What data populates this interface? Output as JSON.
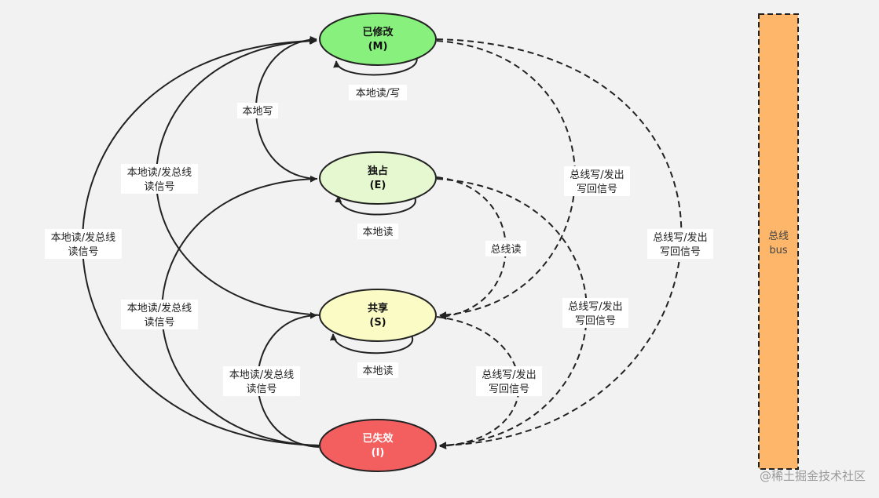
{
  "states": {
    "m": {
      "name": "已修改",
      "code": "(M)",
      "color": "#88f07d"
    },
    "e": {
      "name": "独占",
      "code": "(E)",
      "color": "#e5f8cf"
    },
    "s": {
      "name": "共享",
      "code": "(S)",
      "color": "#fbfbc6"
    },
    "i": {
      "name": "已失效",
      "code": "(I)",
      "color": "#f35f5f"
    }
  },
  "bus": {
    "line1": "总线",
    "line2": "bus",
    "color": "#fdb66a"
  },
  "labels": {
    "local_read_write": "本地读/写",
    "local_write": "本地写",
    "local_read_e": "本地读",
    "local_read_s": "本地读",
    "bus_read": "总线读",
    "s_to_m_l1": "本地读/发总线",
    "s_to_m_l2": "读信号",
    "i_to_m_l1": "本地读/发总线",
    "i_to_m_l2": "读信号",
    "i_to_e_l1": "本地读/发总线",
    "i_to_e_l2": "读信号",
    "i_to_s_l1": "本地读/发总线",
    "i_to_s_l2": "读信号",
    "m_to_s_l1": "总线写/发出",
    "m_to_s_l2": "写回信号",
    "m_to_i_l1": "总线写/发出",
    "m_to_i_l2": "写回信号",
    "e_to_i_l1": "总线写/发出",
    "e_to_i_l2": "写回信号",
    "s_to_i_l1": "总线写/发出",
    "s_to_i_l2": "写回信号"
  },
  "watermark": "@稀土掘金技术社区"
}
